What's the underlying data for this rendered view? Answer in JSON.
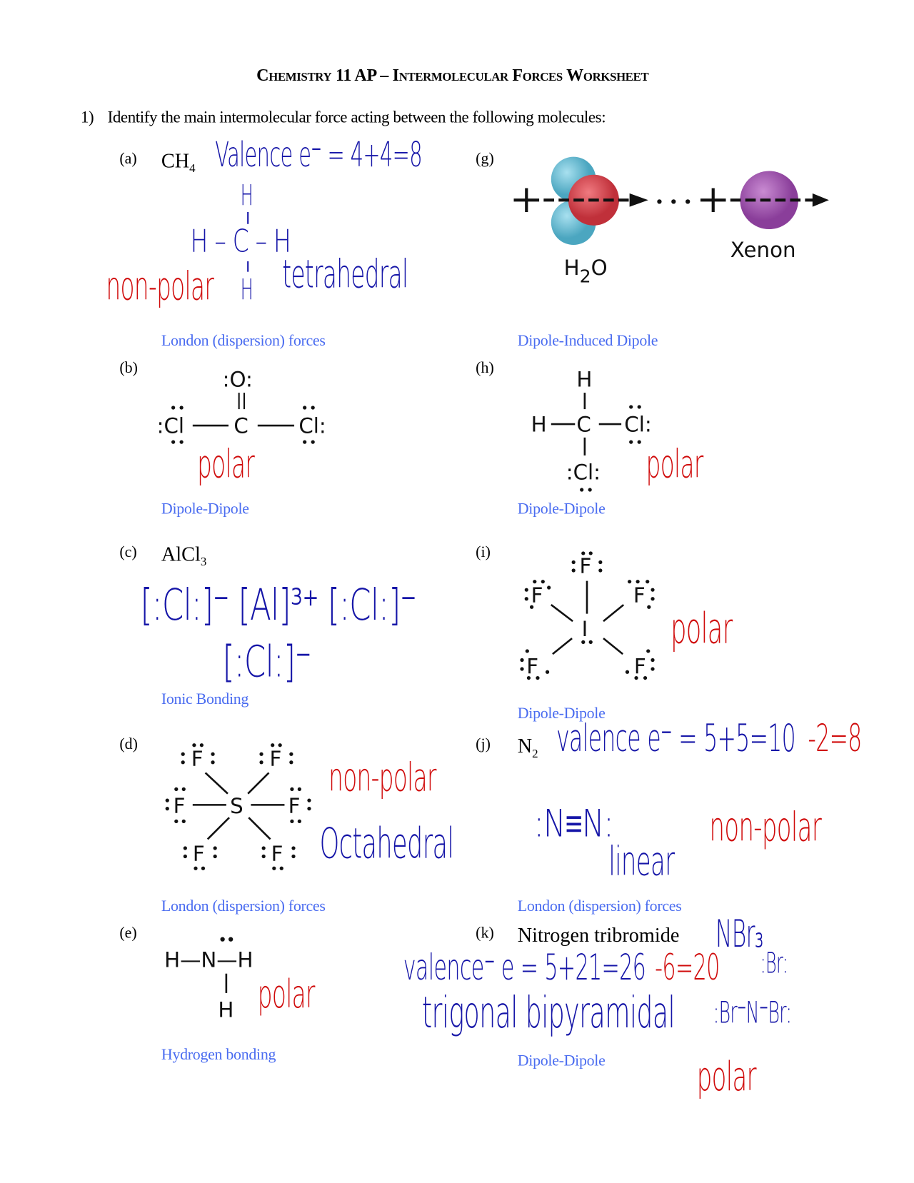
{
  "header": {
    "title": "Chemistry 11 AP – Intermolecular Forces Worksheet"
  },
  "question": {
    "number": "1)",
    "text": "Identify the main intermolecular force acting between the following molecules:"
  },
  "colors": {
    "answer": "#4a6cf0",
    "handwriting_blue": "#1616a8",
    "handwriting_red": "#d00b0b"
  },
  "items": {
    "a": {
      "label": "(a)",
      "formula": "CH",
      "formula_sub": "4",
      "notes": {
        "valence": "Valence e⁻ = 4+4=8",
        "polarity": "non-polar",
        "shape": "tetrahedral"
      },
      "atoms": {
        "top": "H",
        "row": "H – C – H",
        "bottom": "H"
      },
      "answer": "London (dispersion) forces"
    },
    "g": {
      "label": "(g)",
      "water": "H",
      "water_sub": "2",
      "water_end": "O",
      "xenon": "Xenon",
      "answer": "Dipole-Induced Dipole"
    },
    "b": {
      "label": "(b)",
      "atoms": {
        "o": ":O:",
        "cl_left": ":Cl",
        "c": "C",
        "cl_right": "Cl:"
      },
      "notes": {
        "polarity": "polar"
      },
      "answer": "Dipole-Dipole"
    },
    "h": {
      "label": "(h)",
      "atoms": {
        "h_top": "H",
        "h_left": "H",
        "c": "C",
        "cl_right": "Cl:",
        "cl_bottom": ":Cl:"
      },
      "notes": {
        "polarity": "polar"
      },
      "answer": "Dipole-Dipole"
    },
    "c": {
      "label": "(c)",
      "formula": "AlCl",
      "formula_sub": "3",
      "notes": {
        "ions_row": "[:Cl:]⁻ [Al]³⁺ [:Cl:]⁻",
        "ion_bottom": "[:Cl:]⁻"
      },
      "answer": "Ionic Bonding"
    },
    "i": {
      "label": "(i)",
      "atoms": {
        "center": "I",
        "f": "F"
      },
      "notes": {
        "polarity": "polar"
      },
      "answer": "Dipole-Dipole"
    },
    "d": {
      "label": "(d)",
      "atoms": {
        "center": "S",
        "f": "F"
      },
      "notes": {
        "polarity": "non-polar",
        "shape": "Octahedral"
      },
      "answer": "London (dispersion) forces"
    },
    "j": {
      "label": "(j)",
      "formula": "N",
      "formula_sub": "2",
      "notes": {
        "valence_blue": "valence e⁻ = 5+5=10",
        "valence_red": "-2=8",
        "lewis": ":N≡N:",
        "shape": "linear",
        "polarity": "non-polar"
      },
      "answer": "London (dispersion) forces"
    },
    "e": {
      "label": "(e)",
      "atoms": {
        "row": "H—N—H",
        "bottom": "H"
      },
      "notes": {
        "polarity": "polar"
      },
      "answer": "Hydrogen bonding"
    },
    "k": {
      "label": "(k)",
      "name": "Nitrogen tribromide",
      "notes": {
        "formula": "NBr₃",
        "valence_blue": "valence⁻ e = 5+21=26",
        "valence_red": "-6=20",
        "shape": "trigonal bipyramidal",
        "br_top": ":Br:",
        "lewis": ":Br⁻N⁻Br:",
        "polarity": "polar"
      },
      "answer": "Dipole-Dipole"
    }
  }
}
